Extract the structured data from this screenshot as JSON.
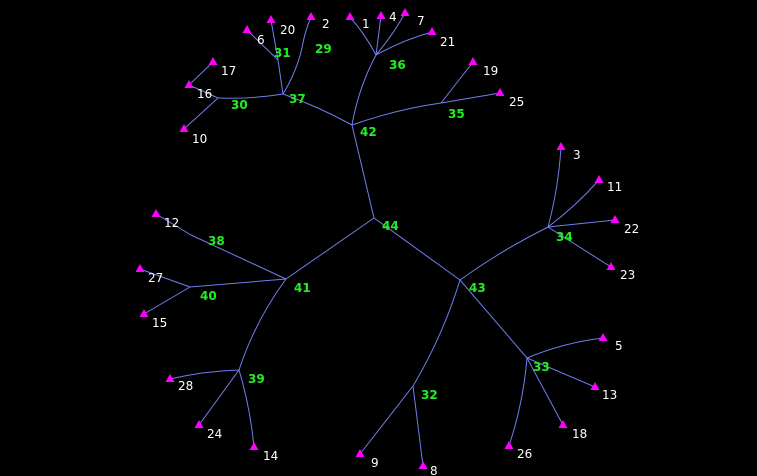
{
  "colors": {
    "background": "#000000",
    "edge": "#6f7ff0",
    "leaf_marker": "#ff00ff",
    "leaf_label": "#ffffff",
    "internal_label": "#22ee22"
  },
  "leaf_marker_shape": "triangle",
  "internal_nodes": [
    "44",
    "42",
    "37",
    "36",
    "35",
    "31",
    "29",
    "30",
    "43",
    "34",
    "33",
    "32",
    "41",
    "38",
    "40",
    "39"
  ],
  "leaves": [
    "1",
    "2",
    "3",
    "4",
    "5",
    "6",
    "7",
    "8",
    "9",
    "10",
    "11",
    "12",
    "13",
    "14",
    "15",
    "16",
    "17",
    "18",
    "19",
    "20",
    "21",
    "22",
    "23",
    "24",
    "25",
    "26",
    "27",
    "28"
  ],
  "edges": [
    [
      "44",
      "42"
    ],
    [
      "44",
      "43"
    ],
    [
      "44",
      "41"
    ],
    [
      "42",
      "37"
    ],
    [
      "42",
      "36"
    ],
    [
      "42",
      "35"
    ],
    [
      "37",
      "31"
    ],
    [
      "37",
      "29"
    ],
    [
      "37",
      "30"
    ],
    [
      "31",
      "6"
    ],
    [
      "31",
      "20"
    ],
    [
      "29",
      "2"
    ],
    [
      "30",
      "16"
    ],
    [
      "30",
      "10"
    ],
    [
      "16",
      "17"
    ],
    [
      "36",
      "1"
    ],
    [
      "36",
      "4"
    ],
    [
      "36",
      "7"
    ],
    [
      "36",
      "21"
    ],
    [
      "35",
      "19"
    ],
    [
      "35",
      "25"
    ],
    [
      "43",
      "34"
    ],
    [
      "43",
      "33"
    ],
    [
      "43",
      "32"
    ],
    [
      "34",
      "3"
    ],
    [
      "34",
      "11"
    ],
    [
      "34",
      "22"
    ],
    [
      "34",
      "23"
    ],
    [
      "33",
      "5"
    ],
    [
      "33",
      "13"
    ],
    [
      "33",
      "18"
    ],
    [
      "33",
      "26"
    ],
    [
      "32",
      "9"
    ],
    [
      "32",
      "8"
    ],
    [
      "41",
      "38"
    ],
    [
      "41",
      "40"
    ],
    [
      "41",
      "39"
    ],
    [
      "38",
      "12"
    ],
    [
      "40",
      "27"
    ],
    [
      "40",
      "15"
    ],
    [
      "39",
      "28"
    ],
    [
      "39",
      "24"
    ],
    [
      "39",
      "14"
    ]
  ]
}
